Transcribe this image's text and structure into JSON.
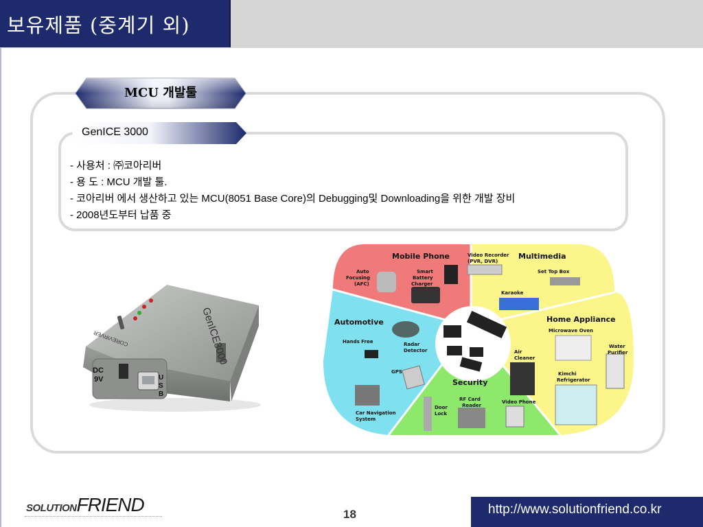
{
  "header": {
    "title": "보유제품 (중계기 외)"
  },
  "section": {
    "tag_label": "MCU 개발툴"
  },
  "product": {
    "name": "GenICE 3000",
    "bullets": [
      "- 사용처 : ㈜코아리버",
      "- 용    도 : MCU 개발 툴.",
      "- 코아리버 에서 생산하고 있는 MCU(8051 Base Core)의 Debugging및 Downloading을 위한 개발 장비",
      "- 2008년도부터 납품 중"
    ]
  },
  "device": {
    "case_label": "GenICE3000",
    "brand": "COREVIRVER",
    "dc_label_1": "DC",
    "dc_label_2": "9V",
    "usb_label_1": "U",
    "usb_label_2": "S",
    "usb_label_3": "B"
  },
  "diagram": {
    "segments": {
      "mobile": "Mobile Phone",
      "multimedia": "Multimedia",
      "automotive": "Automotive",
      "home": "Home Appliance",
      "security": "Security"
    },
    "items": {
      "af1": "Auto",
      "af2": "Focusing",
      "af3": "(AFC)",
      "sbc1": "Smart",
      "sbc2": "Battery",
      "sbc3": "Charger",
      "vr1": "Video Recorder",
      "vr2": "(PVR, DVR)",
      "stb": "Set Top Box",
      "karaoke": "Karaoke",
      "mw": "Microwave Oven",
      "hf": "Hands Free",
      "rd1": "Radar",
      "rd2": "Detector",
      "gps": "GPS",
      "ac1": "Air",
      "ac2": "Cleaner",
      "wp1": "Water",
      "wp2": "Purifier",
      "kr1": "Kimchi",
      "kr2": "Refrigerator",
      "rf1": "RF Card",
      "rf2": "Reader",
      "vp": "Video Phone",
      "dl1": "Door",
      "dl2": "Lock",
      "cn1": "Car Navigation",
      "cn2": "System"
    },
    "colors": {
      "mobile": "#f07a7a",
      "multimedia": "#fbf58a",
      "automotive": "#7fe1ef",
      "home": "#fbf58a",
      "security": "#8ee86c"
    }
  },
  "footer": {
    "logo_solution": "SOLUTION",
    "logo_friend": "FRIEND",
    "page_number": "18",
    "url": "http://www.solutionfriend.co.kr"
  }
}
